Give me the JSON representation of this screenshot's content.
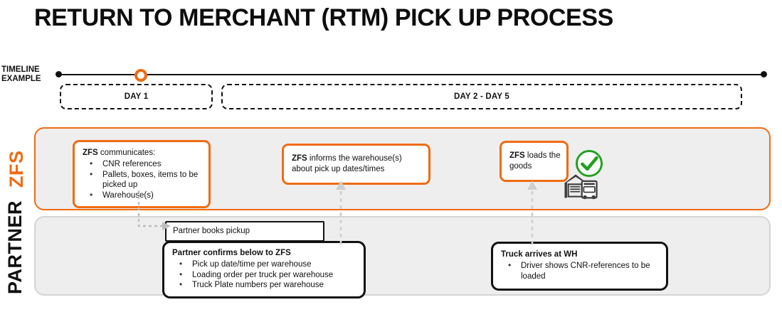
{
  "title": "RETURN TO MERCHANT (RTM) PICK UP PROCESS",
  "colors": {
    "accent_orange": "#ef6c12",
    "band_fill": "#eeeeee",
    "black": "#111111",
    "check_green": "#22a11f"
  },
  "timeline": {
    "label_line1": "TIMELINE",
    "label_line2": "EXAMPLE",
    "marker_icon": "orange-circle-marker",
    "start_dot_icon": "timeline-start-dot",
    "end_dot_icon": "timeline-end-dot",
    "periods": [
      {
        "label": "DAY 1"
      },
      {
        "label": "DAY 2 - DAY 5"
      }
    ]
  },
  "lanes": [
    {
      "id": "zfs",
      "label": "ZFS",
      "cards": [
        {
          "id": "zfs_communicates",
          "title_bold": "ZFS",
          "title_rest": " communicates:",
          "bullets": [
            "CNR references",
            "Pallets, boxes, items to be picked up",
            "Warehouse(s)"
          ]
        },
        {
          "id": "zfs_informs",
          "title_bold": "ZFS",
          "title_rest": " informs the warehouse(s) about pick up dates/times",
          "bullets": []
        },
        {
          "id": "zfs_loads",
          "title_bold": "ZFS",
          "title_rest": " loads the goods",
          "bullets": []
        }
      ]
    },
    {
      "id": "partner",
      "label": "PARTNER",
      "cards": [
        {
          "id": "partner_books",
          "title_bold": "",
          "title_rest": "Partner books pickup",
          "bullets": []
        },
        {
          "id": "partner_confirms",
          "title_bold": "Partner confirms below to ZFS",
          "title_rest": "",
          "bullets": [
            "Pick up date/time per warehouse",
            "Loading order per truck per warehouse",
            "Truck Plate numbers per warehouse"
          ]
        },
        {
          "id": "truck_arrives",
          "title_bold": "Truck arrives at WH",
          "title_rest": "",
          "bullets": [
            "Driver shows CNR-references to be loaded"
          ]
        }
      ]
    }
  ],
  "icons": {
    "check": "green-check-circle-icon",
    "warehouse": "warehouse-truck-icon"
  },
  "connectors": [
    {
      "id": "c1",
      "from": "zfs_communicates",
      "to": "partner_books",
      "direction": "down-right"
    },
    {
      "id": "c2",
      "from": "partner_confirms",
      "to": "zfs_informs",
      "direction": "up"
    },
    {
      "id": "c3",
      "from": "truck_arrives",
      "to": "zfs_loads",
      "direction": "up"
    }
  ]
}
